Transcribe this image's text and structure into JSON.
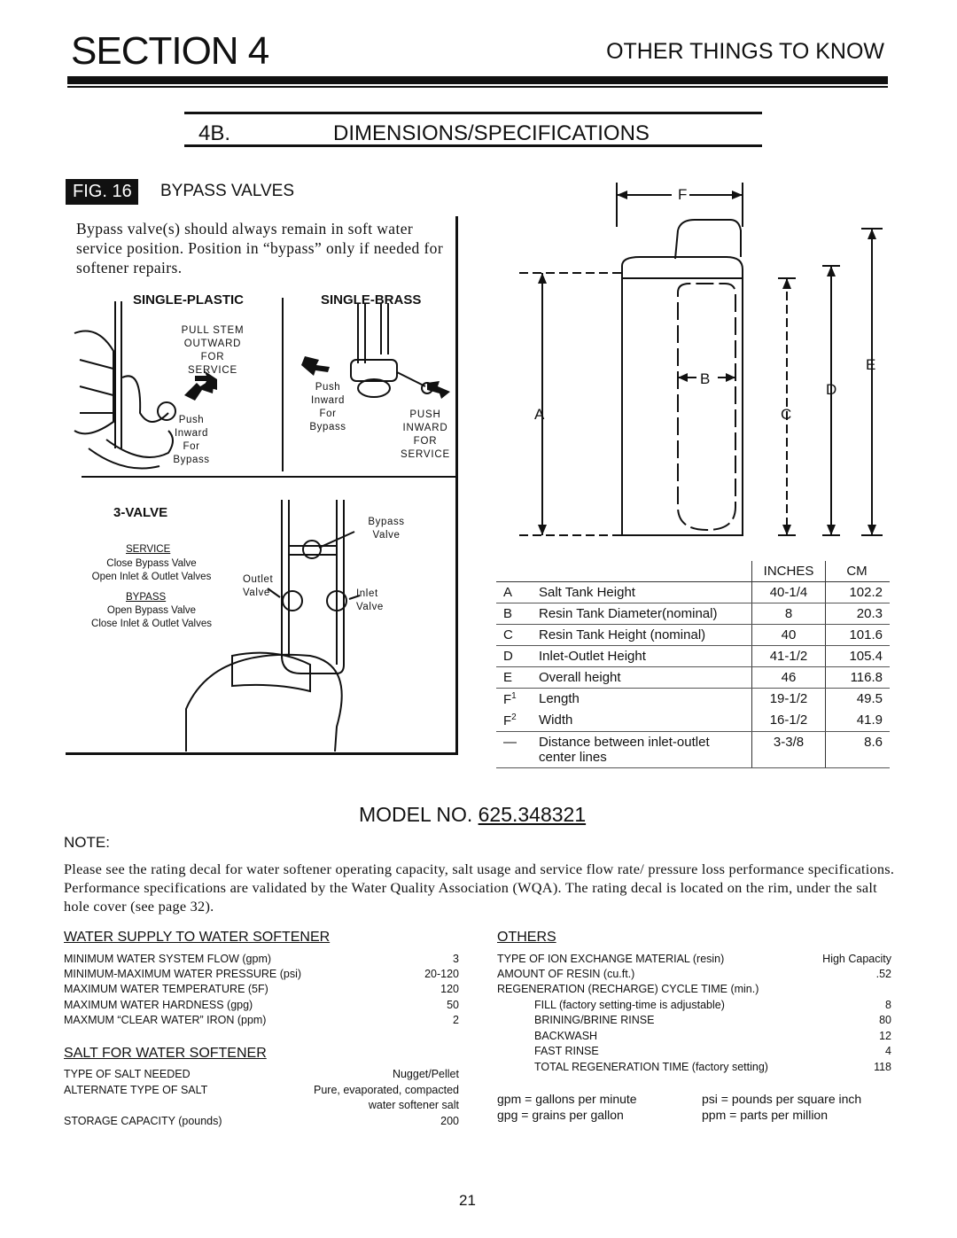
{
  "header": {
    "section": "SECTION 4",
    "subtitle": "OTHER THINGS TO KNOW"
  },
  "heading": {
    "number": "4B.",
    "title": "DIMENSIONS/SPECIFICATIONS"
  },
  "figure": {
    "badge": "FIG. 16",
    "caption": "BYPASS VALVES",
    "text": "Bypass valve(s) should always remain in soft water service position. Position in “bypass” only if needed for softener repairs.",
    "single_plastic": {
      "title": "SINGLE-PLASTIC",
      "pull_lines": [
        "PULL STEM",
        "OUTWARD",
        "FOR",
        "SERVICE"
      ],
      "push_lines": [
        "Push",
        "Inward",
        "For",
        "Bypass"
      ]
    },
    "single_brass": {
      "title": "SINGLE-BRASS",
      "push_lines": [
        "Push",
        "Inward",
        "For",
        "Bypass"
      ],
      "push_service_lines": [
        "PUSH",
        "INWARD",
        "FOR",
        "SERVICE"
      ]
    },
    "three_valve": {
      "title": "3-VALVE",
      "service_label": "SERVICE",
      "service_lines": [
        "Close Bypass Valve",
        "Open Inlet & Outlet Valves"
      ],
      "bypass_label": "BYPASS",
      "bypass_lines": [
        "Open Bypass Valve",
        "Close Inlet & Outlet Valves"
      ],
      "callout_bypass": [
        "Bypass",
        "Valve"
      ],
      "callout_outlet": [
        "Outlet",
        "Valve"
      ],
      "callout_inlet": [
        "Inlet",
        "Valve"
      ]
    }
  },
  "tank_labels": {
    "a": "A",
    "b": "B",
    "c": "C",
    "d": "D",
    "e": "E",
    "f": "F"
  },
  "spec_table": {
    "headers": [
      "INCHES",
      "CM"
    ],
    "rows": [
      {
        "key": "A",
        "label": "Salt Tank Height",
        "inches": "40-1/4",
        "cm": "102.2"
      },
      {
        "key": "B",
        "label": "Resin Tank Diameter(nominal)",
        "inches": "8",
        "cm": "20.3"
      },
      {
        "key": "C",
        "label": "Resin Tank Height (nominal)",
        "inches": "40",
        "cm": "101.6"
      },
      {
        "key": "D",
        "label": "Inlet-Outlet Height",
        "inches": "41-1/2",
        "cm": "105.4"
      },
      {
        "key": "E",
        "label": "Overall height",
        "inches": "46",
        "cm": "116.8"
      },
      {
        "key": "F",
        "sup": "1",
        "label": "Length",
        "inches": "19-1/2",
        "cm": "49.5"
      },
      {
        "key": "F",
        "sup": "2",
        "label": "Width",
        "inches": "16-1/2",
        "cm": "41.9"
      },
      {
        "key": "—",
        "label": "Distance between inlet-outlet",
        "label2": "center lines",
        "inches": "3-3/8",
        "cm": "8.6"
      }
    ]
  },
  "model": {
    "label": "MODEL NO.",
    "number": "625.348321"
  },
  "note": {
    "heading": "NOTE:",
    "text": "Please see the rating decal for water softener operating capacity, salt usage and service flow rate/ pressure loss performance specifications. Performance specifications are validated by the Water Quality Association (WQA). The rating decal is located on the rim, under the salt hole cover (see page 32)."
  },
  "water_supply": {
    "heading": "WATER SUPPLY TO WATER SOFTENER",
    "rows": [
      {
        "label": "MINIMUM WATER SYSTEM FLOW (gpm)",
        "value": "3"
      },
      {
        "label": "MINIMUM-MAXIMUM WATER PRESSURE (psi)",
        "value": "20-120"
      },
      {
        "label": "MAXIMUM WATER TEMPERATURE (5F)",
        "value": "120"
      },
      {
        "label": "MAXIMUM WATER HARDNESS (gpg)",
        "value": "50"
      },
      {
        "label": "MAXMUM “CLEAR WATER” IRON (ppm)",
        "value": "2"
      }
    ]
  },
  "salt": {
    "heading": "SALT FOR WATER SOFTENER",
    "rows": [
      {
        "label": "TYPE OF SALT NEEDED",
        "value": "Nugget/Pellet"
      },
      {
        "label": "ALTERNATE TYPE OF SALT",
        "value": "Pure, evaporated, compacted",
        "value2": "water softener salt"
      },
      {
        "label": "STORAGE CAPACITY (pounds)",
        "value": "200"
      }
    ]
  },
  "others": {
    "heading": "OTHERS",
    "rows": [
      {
        "label": "TYPE OF ION EXCHANGE MATERIAL (resin)",
        "value": "High Capacity"
      },
      {
        "label": "AMOUNT OF RESIN (cu.ft.)",
        "value": ".52"
      },
      {
        "label": "REGENERATION (RECHARGE) CYCLE TIME (min.)",
        "value": ""
      },
      {
        "label": "FILL (factory setting-time is adjustable)",
        "value": "8"
      },
      {
        "label": "BRINING/BRINE RINSE",
        "value": "80"
      },
      {
        "label": "BACKWASH",
        "value": "12"
      },
      {
        "label": "FAST RINSE",
        "value": "4"
      },
      {
        "label": "TOTAL REGENERATION TIME (factory setting)",
        "value": "118"
      }
    ]
  },
  "abbreviations": [
    "gpm = gallons per minute",
    "psi = pounds per square inch",
    "gpg = grains per gallon",
    "ppm = parts per million"
  ],
  "page_number": "21"
}
